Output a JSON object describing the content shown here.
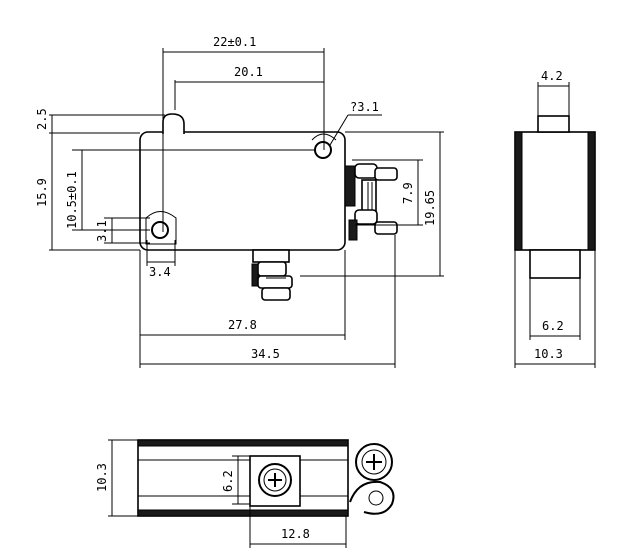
{
  "dimensions": {
    "overall_length": "22±0.1",
    "actuator_length": "20.1",
    "actuator_height": "2.5",
    "hole_dia": "?3.1",
    "body_height": "15.9",
    "hole_spacing_v": "10.5±0.1",
    "hole_offset_v": "3.1",
    "hole_offset_h": "3.4",
    "terminal_gap": "7.9",
    "total_height": "19.65",
    "terminal_span": "27.8",
    "total_length": "34.5",
    "side_actuator_width": "4.2",
    "side_terminal_width": "6.2",
    "side_total_width": "10.3",
    "bottom_width": "10.3",
    "bottom_screw_height": "6.2",
    "bottom_screw_length": "12.8"
  }
}
